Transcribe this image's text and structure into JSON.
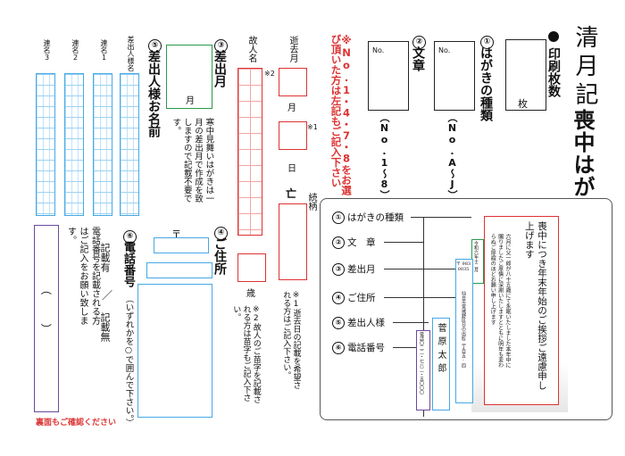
{
  "brand": "清月記",
  "title": "喪中はがき御注文書",
  "section_print_count": {
    "label": "印刷枚数",
    "unit": "枚"
  },
  "s1": {
    "num": "①",
    "label": "はがきの種類",
    "box_label": "No.",
    "hint": "（No.A〜J）"
  },
  "s2": {
    "num": "②",
    "label": "文章",
    "box_label": "No.",
    "hint": "（No.1〜8）"
  },
  "note_select": "※No.1・4・7・8をお選び頂いた方は左記もご記入下さい",
  "deceased": {
    "date_heading": "逝去月",
    "month": "月",
    "day": "日",
    "dies_glyph": "亡",
    "relation": "続柄",
    "name_heading": "故人名",
    "age": "歳",
    "mark1": "※1",
    "mark2": "※2"
  },
  "s3": {
    "num": "③",
    "label": "差出月",
    "month": "月",
    "note": "寒中見舞いはがきは一月の差出月で作成を致しますので記載不要です。"
  },
  "note1": "※1逝去日の記載を希望される方はご記入下さい。",
  "note2": "※2故人のご苗字を記載される方は苗字もご記入下さい。",
  "s4": {
    "num": "④",
    "label": "ご住所",
    "postal": "〒"
  },
  "s5": {
    "num": "⑤",
    "label": "差出人様お名前",
    "cols": [
      "差出人様名",
      "連名1",
      "連名2",
      "連名3"
    ]
  },
  "s6": {
    "num": "⑥",
    "label": "電話番号",
    "paren": "（いずれかを○で囲んで下さい。）",
    "opt1": "記載有",
    "sep": "／",
    "opt2": "記載無",
    "note": "電話番号を記載される方はご記入をお願い致します。",
    "paren_l": "（",
    "paren_r": "）"
  },
  "back_notice": "裏面もご確認ください",
  "legend": {
    "items": [
      {
        "num": "①",
        "label": "はがきの種類"
      },
      {
        "num": "②",
        "label": "文　章"
      },
      {
        "num": "③",
        "label": "差出月"
      },
      {
        "num": "④",
        "label": "ご住所"
      },
      {
        "num": "⑤",
        "label": "差出人様"
      },
      {
        "num": "⑥",
        "label": "電話番号"
      }
    ],
    "card_heading": "喪中につき年末年始のご挨拶ご遠慮申し上げます",
    "card_body": "六月に父一郎が八十五歳にて永眠いたしました本年中に賜りましたご厚情に深謝いたしますとともに明年も変わらぬご厚誼のほどお願い申し上げます",
    "card_date": "令和六年十二月",
    "card_postal": "〒 983 0035",
    "card_address": "仙台市宮城野区日の出町二丁目五-四",
    "card_name": "菅原太郎",
    "card_phone": "電話〇二二・七八二・五〇〇〇"
  },
  "colors": {
    "red": "#d33333",
    "green": "#2a9a4a",
    "blue": "#46a8e6",
    "purple": "#6b4a9c"
  }
}
